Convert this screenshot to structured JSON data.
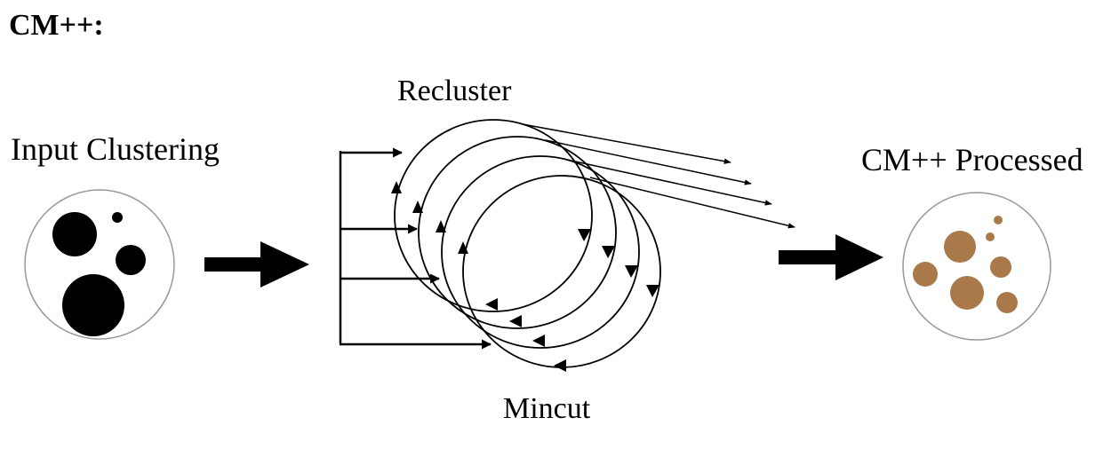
{
  "title": "CM++:",
  "labels": {
    "input": "Input Clustering",
    "recluster": "Recluster",
    "mincut": "Mincut",
    "output": "CM++ Processed"
  },
  "colors": {
    "input_cluster": "#000000",
    "output_cluster": "#a9794a",
    "circle_border": "#999999",
    "line": "#000000"
  }
}
